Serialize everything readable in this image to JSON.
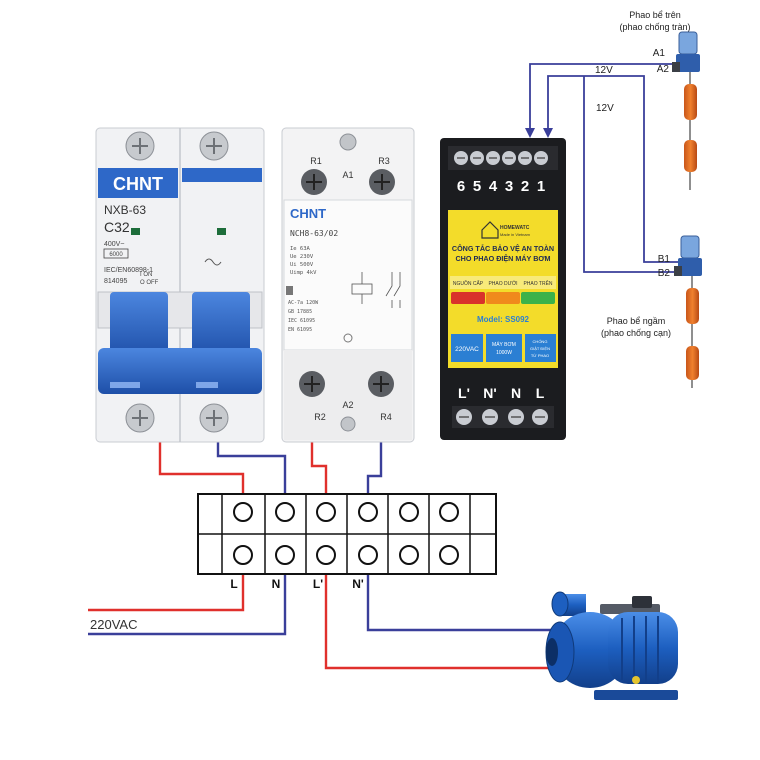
{
  "breaker": {
    "brand": "CHNT",
    "model": "NXB-63",
    "rating": "C32",
    "voltage": "400V~",
    "code": "6000",
    "standard": "IEC/EN60898-1",
    "serial": "814095",
    "on_label": "I ON",
    "off_label": "O OFF"
  },
  "contactor": {
    "brand": "CHNT",
    "model": "NCH8-63/02",
    "spec_lines": [
      "Ie    63A",
      "Ue    230V",
      "Ui    500V",
      "Uimp  4kV"
    ],
    "standard_lines": [
      "AC-7a      120W",
      "GB 17885",
      "IEC 61095",
      "EN 61095"
    ],
    "terminal_r1": "R1",
    "terminal_r3": "R3",
    "terminal_a1": "A1",
    "terminal_a2": "A2",
    "terminal_r2": "R2",
    "terminal_r4": "R4"
  },
  "controller": {
    "top_terminals": [
      "6",
      "5",
      "4",
      "3",
      "2",
      "1"
    ],
    "brand": "HOMEWATC",
    "made_in": "Made in Vietnam",
    "title_line1": "CÔNG TẮC BẢO VỆ AN TOÀN",
    "title_line2": "CHO PHAO ĐIỆN MÁY BƠM",
    "status_labels": [
      "NGUỒN CẤP",
      "PHAO DƯỚI",
      "PHAO TRÊN"
    ],
    "model": "Model: SS092",
    "box_voltage": "220VAC",
    "box_pump_line1": "MÁY BƠM",
    "box_pump_line2": "1000W",
    "box_protect_line1": "CHỐNG",
    "box_protect_line2": "GIẬT ĐIỆN",
    "box_protect_line3": "TỪ PHAO",
    "bottom_terminals": [
      "L'",
      "N'",
      "N",
      "L"
    ],
    "colors": {
      "red": "#d9322b",
      "orange": "#f08a1c",
      "green": "#3bb24a",
      "blue": "#2b7fd3",
      "yellow": "#f3dc2a"
    }
  },
  "floats": {
    "top_title": "Phao bể trên",
    "top_subtitle": "(phao chống tràn)",
    "bottom_title": "Phao bể ngầm",
    "bottom_subtitle": "(phao chống cạn)",
    "label_a1": "A1",
    "label_a2": "A2",
    "label_b1": "B1",
    "label_b2": "B2",
    "voltage_a": "12V",
    "voltage_b": "12V"
  },
  "terminal_block": {
    "labels": [
      "L",
      "N",
      "L'",
      "N'"
    ]
  },
  "supply_label": "220VAC",
  "wire_colors": {
    "live": "#e0302c",
    "neutral": "#3a3f9a"
  }
}
